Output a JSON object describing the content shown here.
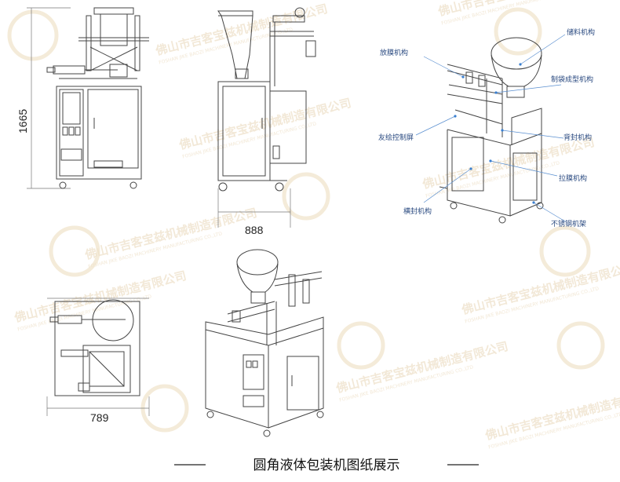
{
  "dimensions": {
    "height_label": "1665",
    "width_label": "888",
    "depth_label": "789"
  },
  "callouts": {
    "storage": "储料机构",
    "film_release": "放膜机构",
    "bag_forming": "制袋成型机构",
    "touch_screen": "友绘控制屏",
    "back_seal": "背封机构",
    "film_pull": "拉膜机构",
    "horizontal_seal": "横封机构",
    "steel_frame": "不锈钢机架"
  },
  "caption": {
    "text": "圆角液体包装机图纸展示"
  },
  "watermark": {
    "company_cn": "佛山市吉客宝兹机械制造有限公司",
    "company_en": "FOSHAN JIKE BAOZI MACHINERY MANUFACTURING CO.,LTD"
  },
  "colors": {
    "callout_text": "#2a4a80",
    "callout_line": "#5a8fd0",
    "watermark": "#e9d7b8"
  }
}
